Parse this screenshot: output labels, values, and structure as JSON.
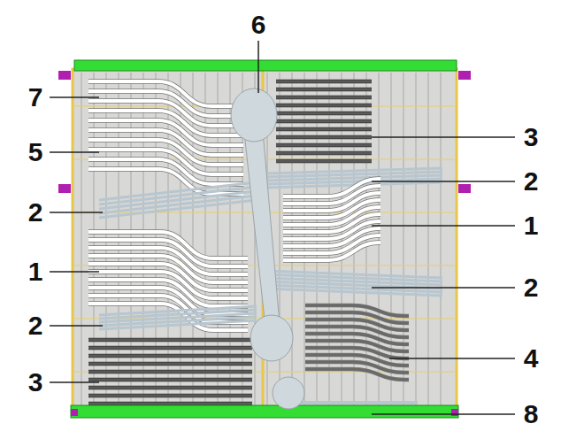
{
  "diagram": {
    "labels": [
      "6",
      "7",
      "3",
      "5",
      "2",
      "2",
      "1",
      "1",
      "2",
      "2",
      "4",
      "3",
      "8"
    ]
  }
}
